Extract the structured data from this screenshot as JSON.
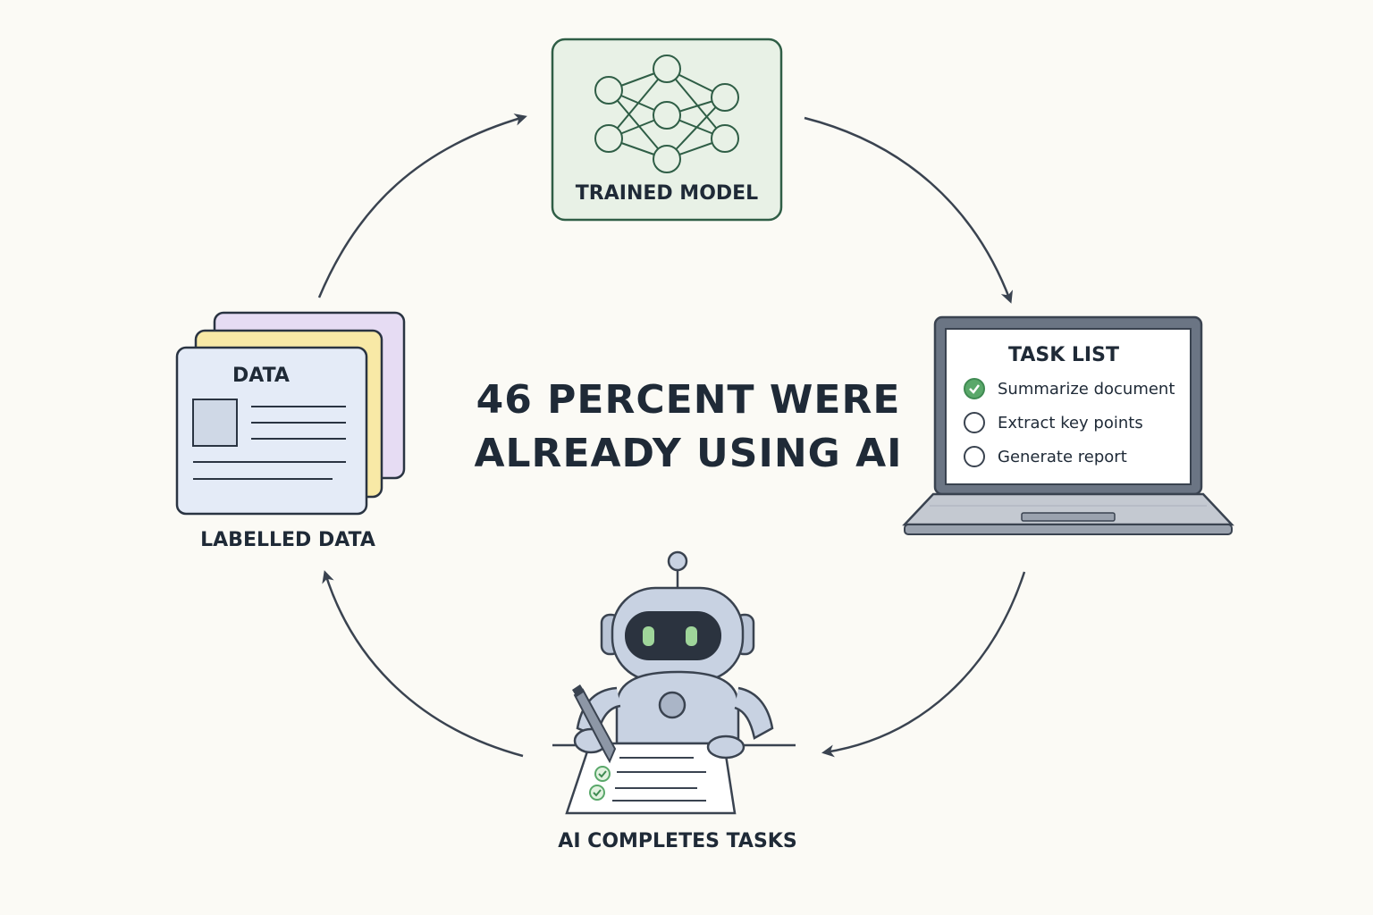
{
  "headline": {
    "line1": "46 PERCENT WERE",
    "line2": "ALREADY USING AI"
  },
  "nodes": {
    "trained_model": {
      "label": "TRAINED MODEL",
      "icon": "neural-network-icon"
    },
    "task_list": {
      "title": "TASK LIST",
      "items": [
        {
          "label": "Summarize document",
          "done": true
        },
        {
          "label": "Extract key points",
          "done": false
        },
        {
          "label": "Generate report",
          "done": false
        }
      ],
      "icon": "laptop-icon"
    },
    "ai_completes": {
      "label": "AI COMPLETES TASKS",
      "icon": "robot-icon"
    },
    "labelled_data": {
      "label": "LABELLED DATA",
      "card_title": "DATA",
      "icon": "document-stack-icon"
    }
  },
  "colors": {
    "background": "#fbfaf5",
    "model_fill": "#e8f1e6",
    "model_stroke": "#2f5e46",
    "check_green": "#5aa86a",
    "text_dark": "#1f2a37",
    "doc_blue": "#e4ebf7",
    "doc_yellow": "#f8e9a6",
    "doc_purple": "#e6dcf3"
  }
}
